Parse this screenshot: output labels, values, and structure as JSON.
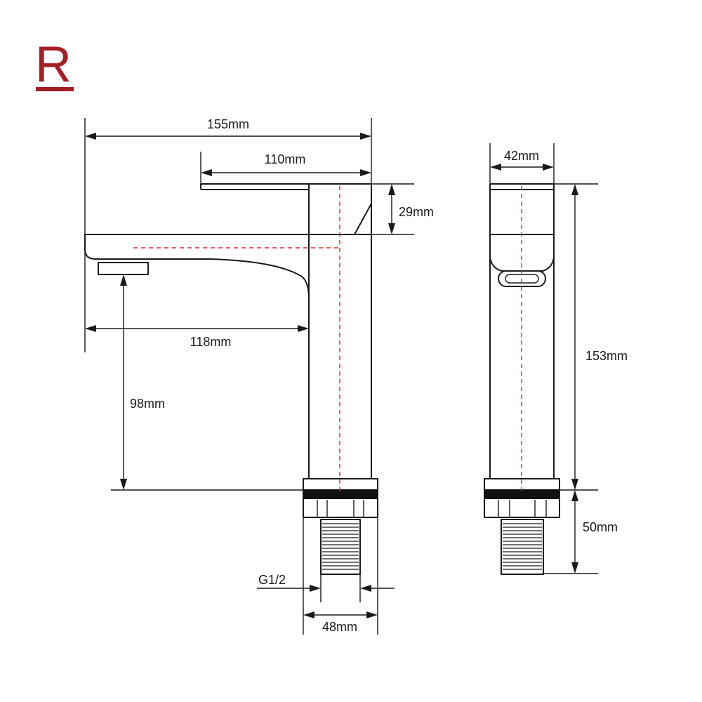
{
  "brand": {
    "logo_letter": "R",
    "logo_color": "#a31f24"
  },
  "colors": {
    "line": "#1a1a1a",
    "centerline": "#d42b2b",
    "background": "#ffffff"
  },
  "front_view": {
    "overall_length": "155mm",
    "handle_length": "110mm",
    "handle_height": "29mm",
    "spout_reach": "118mm",
    "spout_clearance": "98mm",
    "thread_size": "G1/2",
    "base_diameter": "48mm"
  },
  "side_view": {
    "body_width": "42mm",
    "body_height": "153mm",
    "shank_length": "50mm"
  }
}
